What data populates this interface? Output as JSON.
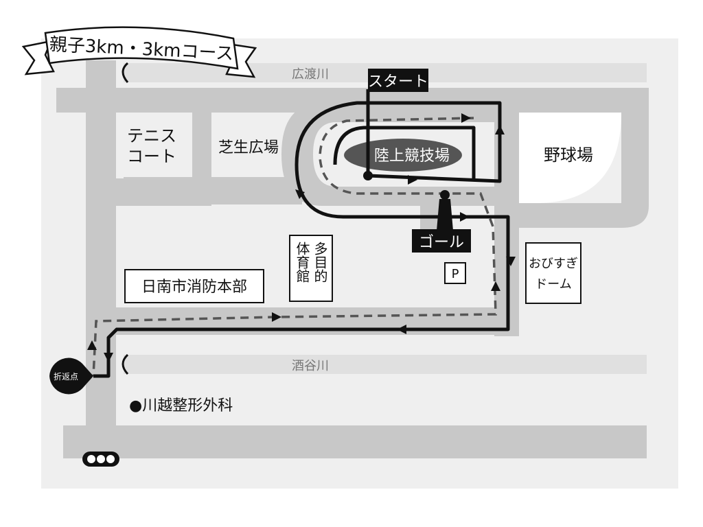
{
  "banner": {
    "title": "親子3km・3kmコース"
  },
  "rivers": {
    "top": "広渡川",
    "bottom": "酒谷川"
  },
  "places": {
    "tennis_line1": "テニス",
    "tennis_line2": "コート",
    "lawn": "芝生広場",
    "stadium": "陸上競技場",
    "baseball": "野球場",
    "gym_col1": "多目的",
    "gym_col2": "体育館",
    "fire_dept": "日南市消防本部",
    "dome_line1": "おびすぎ",
    "dome_line2": "ドーム",
    "parking": "P",
    "hospital": "●川越整形外科"
  },
  "markers": {
    "start": "スタート",
    "goal": "ゴール",
    "turnaround": "折返点"
  },
  "icons": {
    "traffic_light": "traffic-light-icon",
    "bridge": "bridge-icon"
  },
  "colors": {
    "map_bg": "#efefef",
    "road": "#c8c8c8",
    "river": "#e0e0e0",
    "route": "#111111",
    "route_alt": "#555555",
    "stadium": "#555555"
  }
}
